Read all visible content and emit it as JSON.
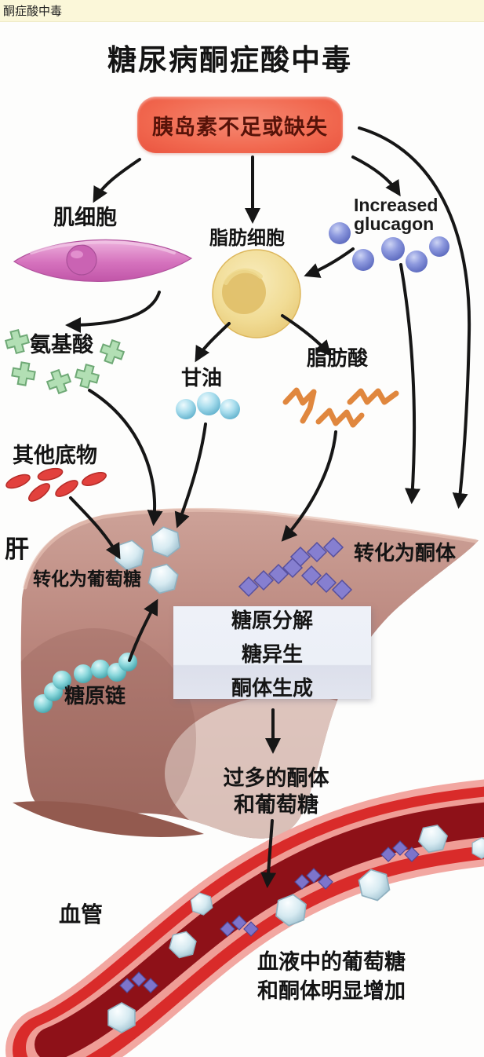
{
  "window": {
    "title": "酮症酸中毒"
  },
  "diagram": {
    "title": "糖尿病酮症酸中毒",
    "insulin_box_label": "胰岛素不足或缺失",
    "muscle_cell_label": "肌细胞",
    "fat_cell_label": "脂肪细胞",
    "glucagon_line1": "Increased",
    "glucagon_line2": "glucagon",
    "amino_acid_label": "氨基酸",
    "glycerol_label": "甘油",
    "fatty_acid_label": "脂肪酸",
    "other_substrates_label": "其他底物",
    "liver_label": "肝",
    "to_glucose_label": "转化为葡萄糖",
    "to_ketones_label": "转化为酮体",
    "process_box": {
      "line1": "糖原分解",
      "line2": "糖异生",
      "line3": "酮体生成"
    },
    "glycogen_chain_label": "糖原链",
    "excess_line1": "过多的酮体",
    "excess_line2": "和葡萄糖",
    "vessel_label": "血管",
    "blood_line1": "血液中的葡萄糖",
    "blood_line2": "和酮体明显增加"
  },
  "colors": {
    "top_bar_bg": "#fbf7d9",
    "insulin_box_fill": "#f1684f",
    "insulin_box_text": "#571309",
    "muscle_cell_pink": "#d76ab8",
    "fat_cell_yellow": "#f1dc95",
    "glucagon_sphere_blue": "#7d89d4",
    "amino_cross_green": "#a9d9ad",
    "glycerol_sphere_cyan": "#9fd4e6",
    "fatty_acid_orange": "#e0873e",
    "substrate_oval_red": "#e2413d",
    "liver_mauve": "#b8837a",
    "glucose_hexagon": "#cfe3ec",
    "ketone_diamond_purple": "#867fd0",
    "glycogen_bead_teal": "#7fd0d5",
    "process_box_bg": "#eef1f8",
    "vessel_red": "#d92b2a",
    "vessel_lumen_dark": "#8e1118",
    "arrow_black": "#161616"
  }
}
